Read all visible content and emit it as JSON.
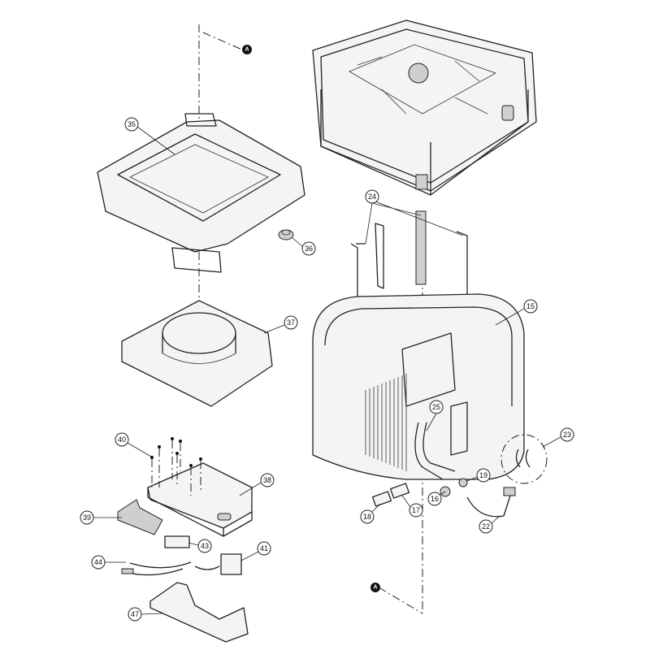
{
  "diagram": {
    "reference_marks": {
      "top": "A",
      "bottom": "A"
    },
    "callouts": [
      "35",
      "36",
      "37",
      "24",
      "15",
      "25",
      "23",
      "19",
      "16",
      "17",
      "18",
      "22",
      "40",
      "38",
      "39",
      "43",
      "41",
      "44",
      "47"
    ]
  }
}
